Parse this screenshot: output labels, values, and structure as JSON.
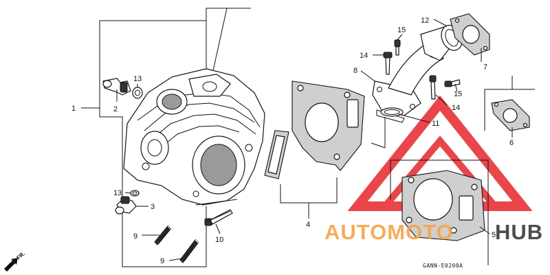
{
  "colors": {
    "watermark_orange": "#f3a44a",
    "watermark_red": "#e4262c",
    "watermark_dark": "#3a3a3a",
    "line": "#111111"
  },
  "callouts": [
    {
      "id": "1",
      "part": "cylinder-head"
    },
    {
      "id": "2",
      "part": "stud-fitting"
    },
    {
      "id": "3",
      "part": "stud-fitting-lower"
    },
    {
      "id": "4",
      "part": "head-gasket-set"
    },
    {
      "id": "5",
      "part": "gasket"
    },
    {
      "id": "6",
      "part": "insulator"
    },
    {
      "id": "7",
      "part": "flange-gasket"
    },
    {
      "id": "8",
      "part": "intake-manifold"
    },
    {
      "id": "9",
      "part": "stud-bolt"
    },
    {
      "id": "10",
      "part": "bolt"
    },
    {
      "id": "11",
      "part": "o-ring"
    },
    {
      "id": "12",
      "part": "insulator-plate"
    },
    {
      "id": "13",
      "part": "washer"
    },
    {
      "id": "14",
      "part": "bolt"
    },
    {
      "id": "15",
      "part": "bolt"
    }
  ],
  "labels": {
    "l1": "1",
    "l2": "2",
    "l3": "3",
    "l4": "4",
    "l5": "5",
    "l6": "6",
    "l7": "7",
    "l8": "8",
    "l9a": "9",
    "l9b": "9",
    "l10": "10",
    "l11": "11",
    "l12": "12",
    "l13a": "13",
    "l13b": "13",
    "l14a": "14",
    "l14b": "14",
    "l15a": "15",
    "l15b": "15"
  },
  "diagram_code": "GANN-E0200A",
  "direction_label": "FR.",
  "watermark": {
    "part_a": "AUTOMOTO",
    "part_b": "HUB"
  }
}
